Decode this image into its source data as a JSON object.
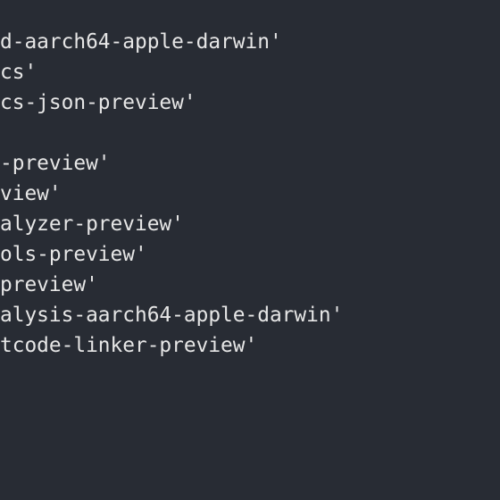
{
  "terminal": {
    "lines": [
      "d-aarch64-apple-darwin'",
      "cs'",
      "cs-json-preview'",
      "",
      "-preview'",
      "view'",
      "alyzer-preview'",
      "ols-preview'",
      "preview'",
      "alysis-aarch64-apple-darwin'",
      "tcode-linker-preview'"
    ]
  }
}
